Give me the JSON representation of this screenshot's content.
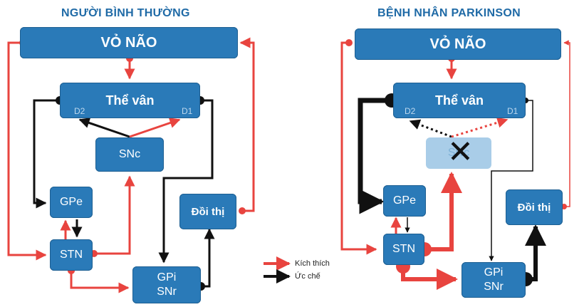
{
  "titles": {
    "left": "NGƯỜI BÌNH THƯỜNG",
    "right": "BỆNH NHÂN PARKINSON"
  },
  "nodes": {
    "cortex": "VỎ NÃO",
    "striatum": "Thể vân",
    "d2": "D2",
    "d1": "D1",
    "snc": "SNc",
    "gpe": "GPe",
    "stn": "STN",
    "gpi_line1": "GPi",
    "gpi_line2": "SNr",
    "thalamus": "Đồi thị"
  },
  "legend": {
    "excitatory": "Kích thích",
    "inhibitory": "Ức chế"
  },
  "colors": {
    "box": "#2a7ab8",
    "excitatory": "#e8443f",
    "inhibitory": "#111111",
    "title": "#1f6aa6"
  }
}
